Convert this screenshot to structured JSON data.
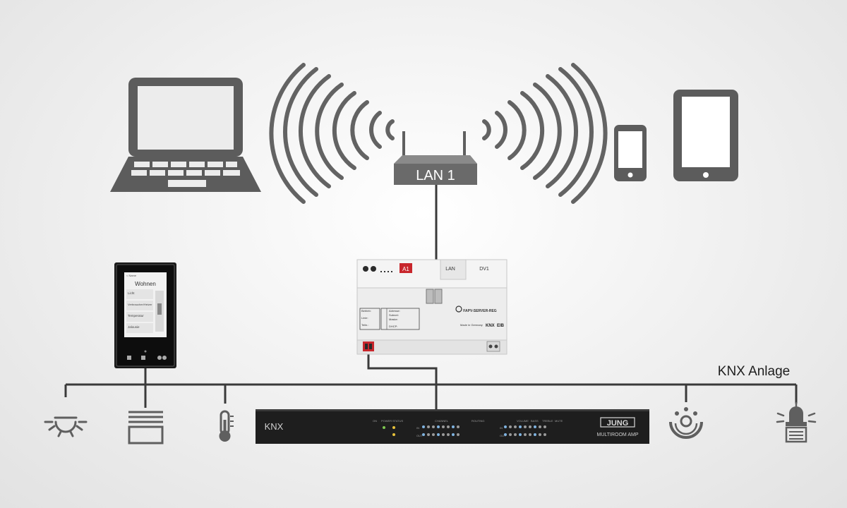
{
  "router": {
    "label": "LAN 1"
  },
  "bus": {
    "label": "KNX Anlage"
  },
  "panel": {
    "header_small": "< Name",
    "title": "Wohnen",
    "rows": [
      "Licht",
      "Verbraucher/Heizer",
      "Temperatur",
      "Jalousie"
    ]
  },
  "server": {
    "label_a1": "A1",
    "label_lan": "LAN",
    "label_dv1": "DV1",
    "model": "FAPV-SERVER-REG",
    "made_in": "Made in Germany",
    "brand_knx": "KNX",
    "brand_eib": "EIB",
    "left_labels": [
      "Betrieb:",
      "Linie:",
      "Teiln.:"
    ],
    "mid_labels": [
      "Adresse:",
      "Subnet:",
      "Maske:",
      "DHCP:"
    ]
  },
  "amp": {
    "brand_knx": "KNX",
    "brand_jung": "JUNG",
    "model": "MULTIROOM AMP",
    "group_labels": [
      "ON",
      "POWER",
      "STATUS",
      "CHANNEL",
      "ROUTING",
      "VOLUME",
      "BASS",
      "TREBLE",
      "MUTE"
    ],
    "row_labels": [
      "IN",
      "OUT"
    ]
  },
  "icons": [
    "laptop-icon",
    "wifi-waves-icon",
    "smartphone-icon",
    "tablet-icon",
    "light-icon",
    "blind-icon",
    "thermometer-icon",
    "presence-sensor-icon",
    "alarm-light-icon"
  ],
  "colors": {
    "line": "#3a3a3a",
    "icon": "#5f5f5f",
    "wave": "#636363",
    "device_dark": "#1e1e1e",
    "accent_red": "#c8262c"
  }
}
